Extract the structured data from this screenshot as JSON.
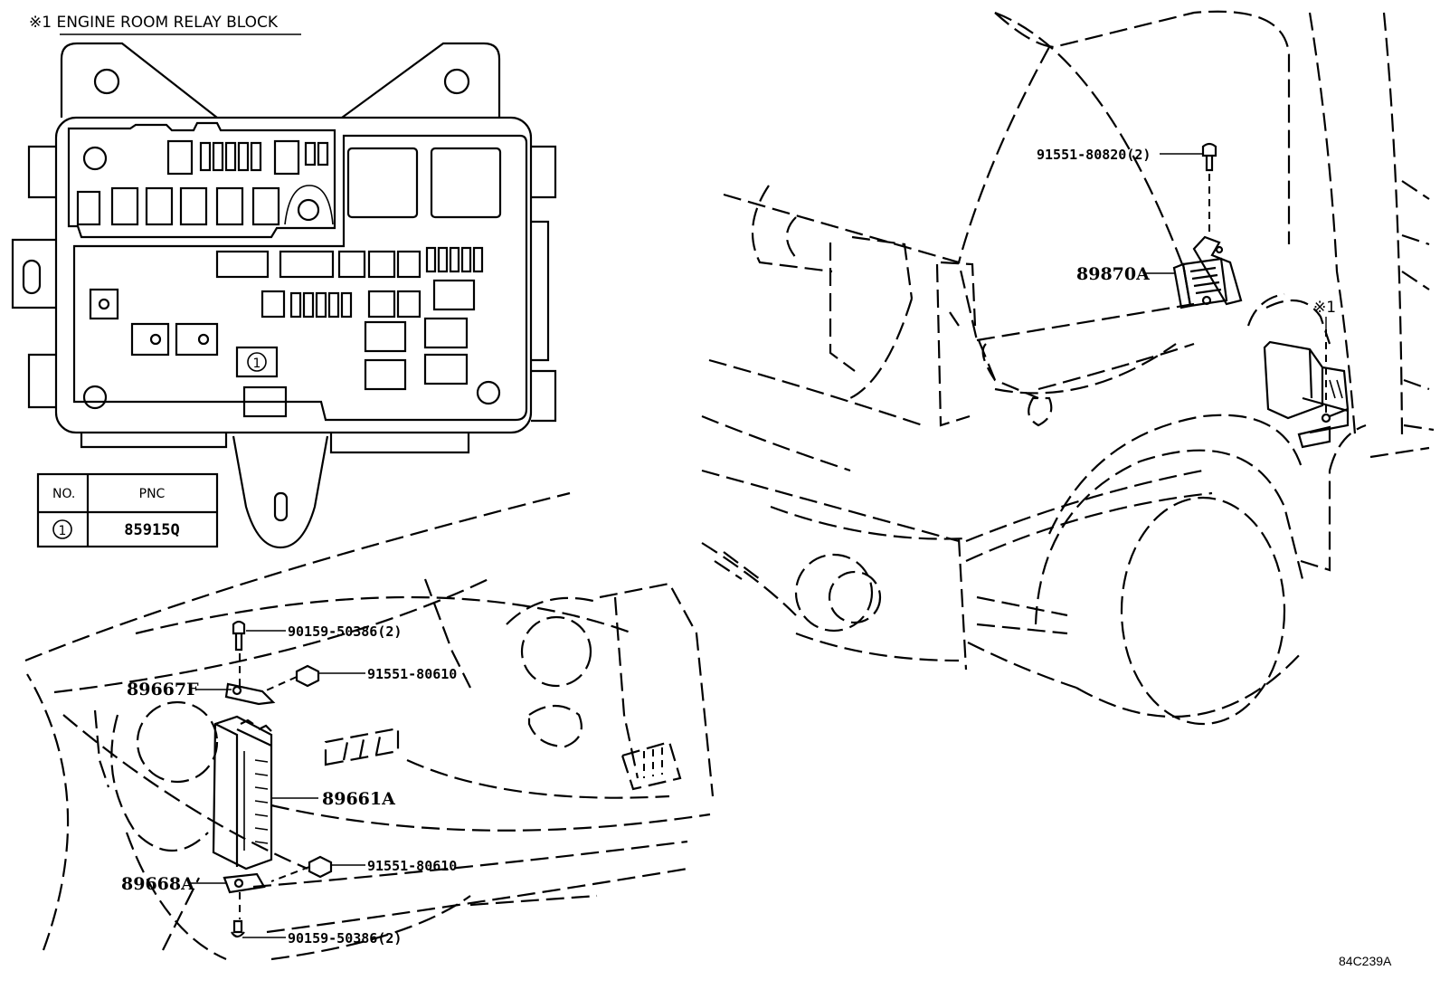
{
  "title": "※1 ENGINE ROOM RELAY BLOCK",
  "table": {
    "headers": [
      "NO.",
      "PNC"
    ],
    "rows": [
      {
        "no": "1",
        "pnc": "85915Q"
      }
    ]
  },
  "relay_block": {
    "callout": "1"
  },
  "parts": {
    "bolt_upper_left": "90159-50386(2)",
    "bolt_lower_left": "90159-50386(2)",
    "nut_upper_left": "91551-80610",
    "nut_lower_left": "91551-80610",
    "bracket_upper": "89667F",
    "module_left": "89661A",
    "bracket_lower": "89668A",
    "bolt_right": "91551-80820(2)",
    "module_right": "89870A"
  },
  "ref_mark": "※1",
  "illustration_id": "84C239A"
}
